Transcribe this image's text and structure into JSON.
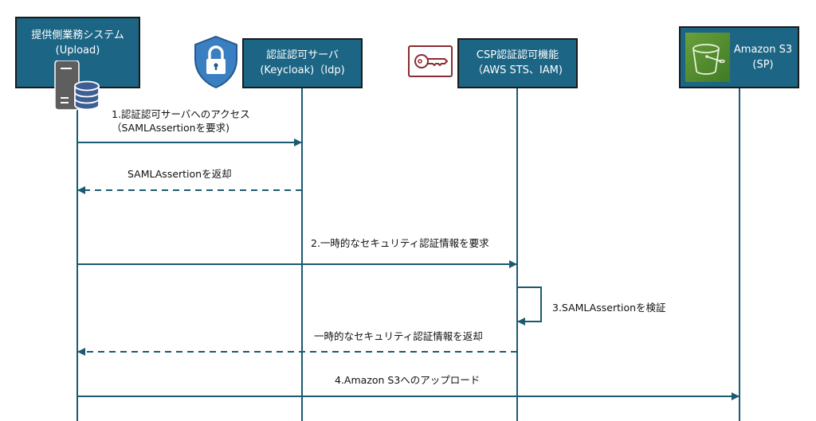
{
  "participants": [
    {
      "id": "p1",
      "line1": "提供側業務システム",
      "line2": "(Upload)",
      "icon": "server-database-icon"
    },
    {
      "id": "p2",
      "line1": "認証認可サーバ",
      "line2": "(Keycloak)（Idp)",
      "icon": "shield-lock-icon"
    },
    {
      "id": "p3",
      "line1": "CSP認証認可機能",
      "line2": "（AWS STS、IAM)",
      "icon": "key-icon"
    },
    {
      "id": "p4",
      "line1": "Amazon S3",
      "line2": "(SP)",
      "icon": "s3-bucket-icon"
    }
  ],
  "messages": [
    {
      "line1": "1.認証認可サーバへのアクセス",
      "line2": "（SAMLAssertionを要求)",
      "from": "p1",
      "to": "p2",
      "style": "solid"
    },
    {
      "line1": "SAMLAssertionを返却",
      "from": "p2",
      "to": "p1",
      "style": "dashed"
    },
    {
      "line1": "2.一時的なセキュリティ認証情報を要求",
      "from": "p1",
      "to": "p3",
      "style": "solid"
    },
    {
      "line1": "3.SAMLAssertionを検証",
      "from": "p3",
      "to": "p3",
      "style": "self"
    },
    {
      "line1": "一時的なセキュリティ認証情報を返却",
      "from": "p3",
      "to": "p1",
      "style": "dashed"
    },
    {
      "line1": "4.Amazon S3へのアップロード",
      "from": "p1",
      "to": "p4",
      "style": "solid"
    }
  ],
  "colors": {
    "participant_fill": "#1d6584",
    "line": "#1b5a72",
    "shield": "#3a7fc1",
    "key": "#8b2a32",
    "s3": "#5a8f2f"
  }
}
